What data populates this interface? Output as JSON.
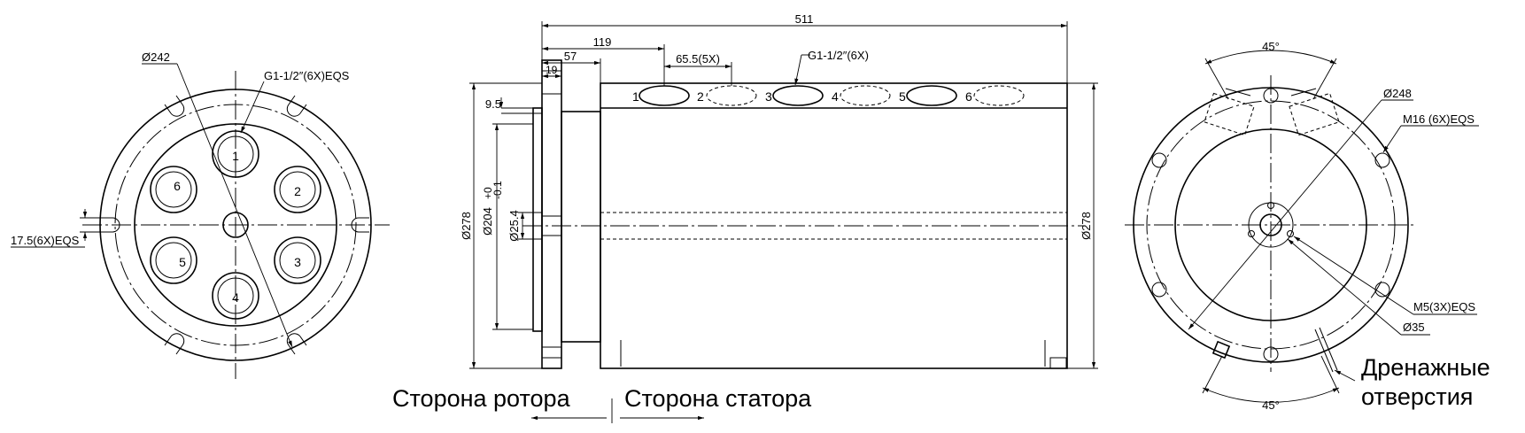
{
  "left_view": {
    "d242": "Ø242",
    "port_thread": "G1-1/2″(6X)EQS",
    "slot": "17.5(6X)EQS",
    "ports": [
      "1",
      "2",
      "3",
      "4",
      "5",
      "6"
    ]
  },
  "middle_view": {
    "overall_len": "511",
    "d119": "119",
    "d57": "57",
    "d19": "19",
    "pitch": "65.5(5X)",
    "port_thread": "G1-1/2″(6X)",
    "d9_5": "9.5",
    "d278_left": "Ø278",
    "d204": "Ø204",
    "d204_tol_up": "+0",
    "d204_tol_low": "-0.1",
    "d25_4": "Ø25.4",
    "d278_right": "Ø278",
    "ports": [
      "1",
      "2",
      "3",
      "4",
      "5",
      "6"
    ],
    "rotor_side": "Сторона ротора",
    "stator_side": "Сторона статора"
  },
  "right_view": {
    "angle_top": "45°",
    "angle_bottom": "45°",
    "d248": "Ø248",
    "m16": "M16 (6X)EQS",
    "m5": "M5(3X)EQS",
    "d35": "Ø35",
    "drain_line1": "Дренажные",
    "drain_line2": "отверстия"
  }
}
